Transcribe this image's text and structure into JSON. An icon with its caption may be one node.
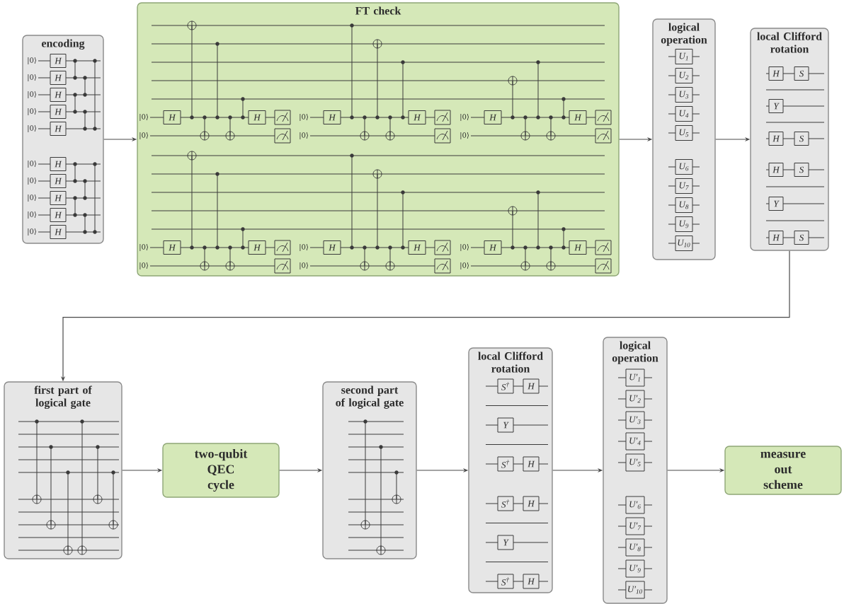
{
  "diagram": {
    "nodes": [
      {
        "text": [
          "encoding"
        ]
      },
      {
        "text": [
          "FT check"
        ]
      },
      {
        "text": [
          "logical operation"
        ]
      },
      {
        "text": [
          "local Clifford rotation"
        ]
      },
      {
        "text": [
          "first part of logical gate"
        ]
      },
      {
        "text": [
          "two-qubit QEC cycle"
        ]
      },
      {
        "text": [
          "second part of logical gate"
        ]
      },
      {
        "text": [
          "local Clifford rotation"
        ]
      },
      {
        "text": [
          "logical operation"
        ]
      },
      {
        "text": [
          "measure out scheme"
        ]
      }
    ],
    "edges": [
      {
        "from": 0,
        "to": 1,
        "arrow": "to"
      },
      {
        "from": 1,
        "to": 2,
        "arrow": "to"
      },
      {
        "from": 2,
        "to": 3,
        "arrow": "to"
      },
      {
        "from": 3,
        "to": 4,
        "arrow": "to"
      },
      {
        "from": 4,
        "to": 5,
        "arrow": "to"
      },
      {
        "from": 5,
        "to": 6,
        "arrow": "to"
      },
      {
        "from": 6,
        "to": 7,
        "arrow": "to"
      },
      {
        "from": 7,
        "to": 8,
        "arrow": "to"
      },
      {
        "from": 8,
        "to": 9,
        "arrow": "to"
      }
    ],
    "labels": [
      "|0⟩",
      "H",
      "|0⟩",
      "H",
      "|0⟩",
      "H",
      "|0⟩",
      "H",
      "|0⟩",
      "H",
      "|0⟩",
      "H",
      "|0⟩",
      "H",
      "|0⟩",
      "H",
      "|0⟩",
      "H",
      "|0⟩",
      "H",
      "|0⟩",
      "H",
      "H",
      "|0⟩",
      "|0⟩",
      "H",
      "H",
      "|0⟩",
      "|0⟩",
      "H",
      "H",
      "|0⟩",
      "|0⟩",
      "H",
      "H",
      "|0⟩",
      "|0⟩",
      "H",
      "H",
      "|0⟩",
      "|0⟩",
      "H",
      "H",
      "|0⟩",
      "U$_{1}$",
      "U$_{2}$",
      "U$_{3}$",
      "U$_{4}$",
      "U$_{5}$",
      "U$_{6}$",
      "U$_{7}$",
      "U$_{8}$",
      "U$_{9}$",
      "U$_{10}$",
      "H",
      "S",
      "Y",
      "H",
      "S",
      "H",
      "S",
      "Y",
      "H",
      "S",
      "S$^{†}$",
      "H",
      "Y",
      "S$^{†}$",
      "H",
      "S$^{†}$",
      "H",
      "Y",
      "S$^{†}$",
      "H",
      "U′$_{1}$",
      "U′$_{2}$",
      "U′$_{3}$",
      "U′$_{4}$",
      "U′$_{5}$",
      "U′$_{6}$",
      "U′$_{7}$",
      "U′$_{8}$",
      "U′$_{9}$",
      "U′$_{10}$"
    ]
  }
}
